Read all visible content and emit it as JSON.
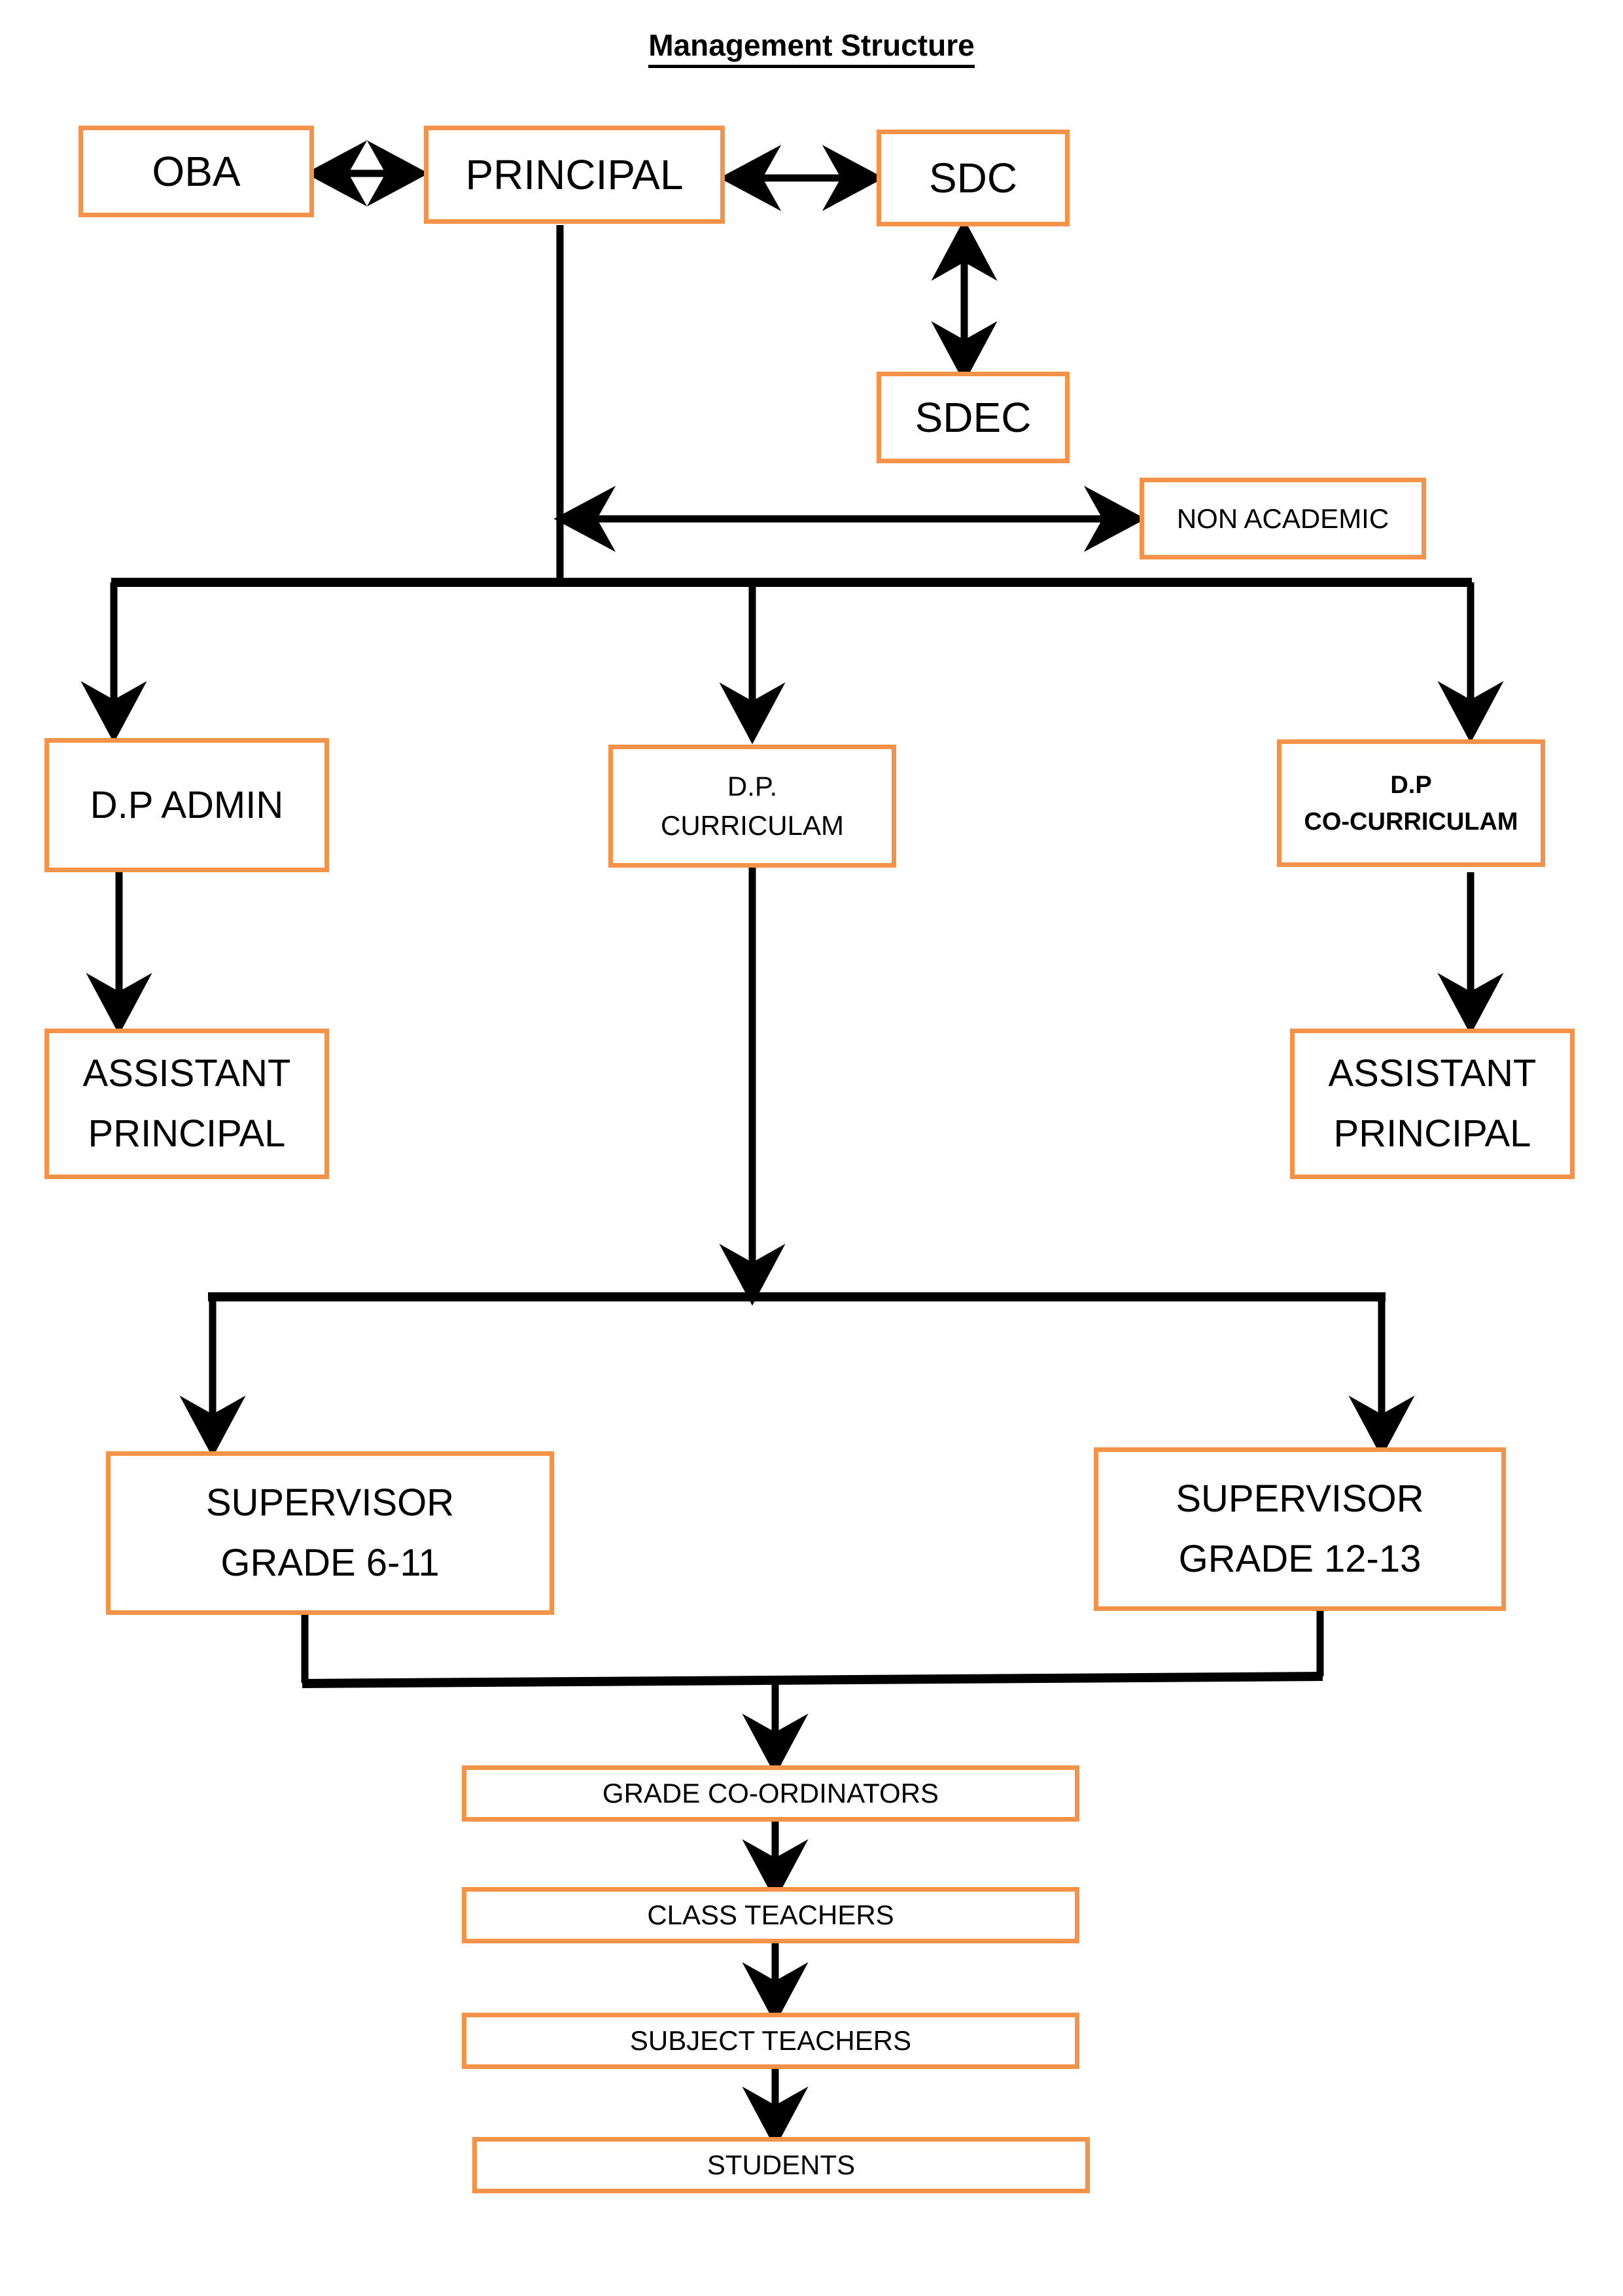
{
  "title": "Management Structure",
  "theme": {
    "box_border_color": "#F4924A",
    "box_fill_color": "#FFFFFF",
    "connector_color": "#000000",
    "text_color": "#000000",
    "page_background": "#FFFFFF"
  },
  "nodes": {
    "oba": {
      "label": "OBA"
    },
    "principal": {
      "label": "PRINCIPAL"
    },
    "sdc": {
      "label": "SDC"
    },
    "sdec": {
      "label": "SDEC"
    },
    "non_academic": {
      "label": "NON ACADEMIC"
    },
    "dp_admin": {
      "label": "D.P ADMIN"
    },
    "dp_curriculam": {
      "line1": "D.P.",
      "line2": "CURRICULAM"
    },
    "dp_co_curriculam": {
      "line1": "D.P",
      "line2": "CO-CURRICULAM"
    },
    "assistant_principal_left": {
      "line1": "ASSISTANT",
      "line2": "PRINCIPAL"
    },
    "assistant_principal_right": {
      "line1": "ASSISTANT",
      "line2": "PRINCIPAL"
    },
    "supervisor_6_11": {
      "line1": "SUPERVISOR",
      "line2": "GRADE 6-11"
    },
    "supervisor_12_13": {
      "line1": "SUPERVISOR",
      "line2": "GRADE 12-13"
    },
    "grade_coordinators": {
      "label": "GRADE CO-ORDINATORS"
    },
    "class_teachers": {
      "label": "CLASS TEACHERS"
    },
    "subject_teachers": {
      "label": "SUBJECT TEACHERS"
    },
    "students": {
      "label": "STUDENTS"
    }
  },
  "chart_data": {
    "type": "diagram",
    "title": "Management Structure",
    "diagram_kind": "organizational-chart",
    "nodes": [
      "OBA",
      "PRINCIPAL",
      "SDC",
      "SDEC",
      "NON ACADEMIC",
      "D.P ADMIN",
      "D.P. CURRICULAM",
      "D.P CO-CURRICULAM",
      "ASSISTANT PRINCIPAL",
      "ASSISTANT PRINCIPAL",
      "SUPERVISOR GRADE 6-11",
      "SUPERVISOR GRADE 12-13",
      "GRADE CO-ORDINATORS",
      "CLASS TEACHERS",
      "SUBJECT TEACHERS",
      "STUDENTS"
    ],
    "edges": [
      {
        "from": "OBA",
        "to": "PRINCIPAL",
        "direction": "bidirectional"
      },
      {
        "from": "PRINCIPAL",
        "to": "SDC",
        "direction": "bidirectional"
      },
      {
        "from": "SDC",
        "to": "SDEC",
        "direction": "bidirectional"
      },
      {
        "from": "PRINCIPAL",
        "to": "NON ACADEMIC",
        "direction": "bidirectional"
      },
      {
        "from": "PRINCIPAL",
        "to": "D.P ADMIN",
        "direction": "down"
      },
      {
        "from": "PRINCIPAL",
        "to": "D.P. CURRICULAM",
        "direction": "down"
      },
      {
        "from": "PRINCIPAL",
        "to": "D.P CO-CURRICULAM",
        "direction": "down"
      },
      {
        "from": "D.P ADMIN",
        "to": "ASSISTANT PRINCIPAL",
        "direction": "down"
      },
      {
        "from": "D.P CO-CURRICULAM",
        "to": "ASSISTANT PRINCIPAL",
        "direction": "down"
      },
      {
        "from": "D.P. CURRICULAM",
        "to": "SUPERVISOR GRADE 6-11",
        "direction": "down"
      },
      {
        "from": "D.P. CURRICULAM",
        "to": "SUPERVISOR GRADE 12-13",
        "direction": "down"
      },
      {
        "from": "SUPERVISOR GRADE 6-11",
        "to": "GRADE CO-ORDINATORS",
        "direction": "down"
      },
      {
        "from": "SUPERVISOR GRADE 12-13",
        "to": "GRADE CO-ORDINATORS",
        "direction": "down"
      },
      {
        "from": "GRADE CO-ORDINATORS",
        "to": "CLASS TEACHERS",
        "direction": "down"
      },
      {
        "from": "CLASS TEACHERS",
        "to": "SUBJECT TEACHERS",
        "direction": "down"
      },
      {
        "from": "SUBJECT TEACHERS",
        "to": "STUDENTS",
        "direction": "down"
      }
    ]
  }
}
